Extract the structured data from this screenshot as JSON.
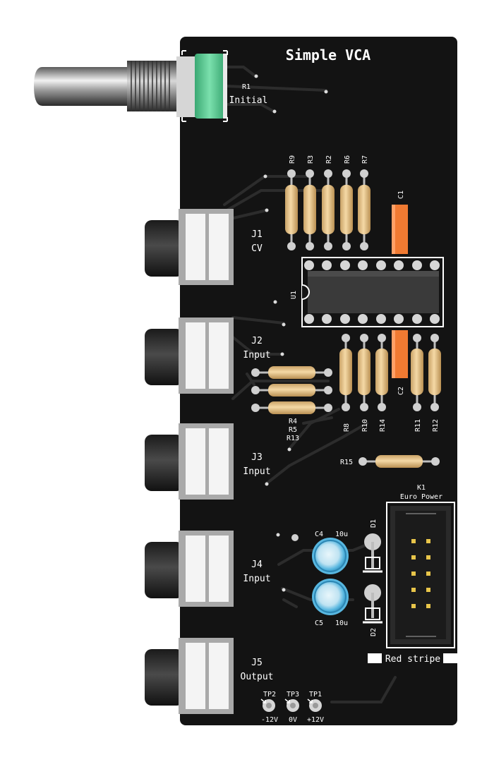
{
  "board": {
    "title": "Simple VCA",
    "colors": {
      "board": "#131313",
      "trace": "#2b2b2b",
      "silk": "#ffffff",
      "resistor_body": "#e8c58a",
      "capacitor_orange": "#f07a32",
      "electrolytic": "#58b7e0",
      "pot_green": "#4fc689",
      "pad": "#c9c9c9"
    }
  },
  "pot": {
    "ref": "R1",
    "value": "Initial"
  },
  "jacks": [
    {
      "ref": "J1",
      "label": "CV"
    },
    {
      "ref": "J2",
      "label": "Input"
    },
    {
      "ref": "J3",
      "label": "Input"
    },
    {
      "ref": "J4",
      "label": "Input"
    },
    {
      "ref": "J5",
      "label": "Output"
    }
  ],
  "top_resistors": [
    "R9",
    "R3",
    "R2",
    "R6",
    "R7"
  ],
  "ic": {
    "ref": "U1"
  },
  "capacitors": {
    "c1": "C1",
    "c2": "C2"
  },
  "mid_resistors": [
    "R8",
    "R10",
    "R14",
    "R11",
    "R12"
  ],
  "horizontal_resistors": [
    "R4",
    "R5",
    "R13"
  ],
  "r15": "R15",
  "power": {
    "ref": "K1",
    "label": "Euro Power",
    "stripe_note": "Red stripe"
  },
  "elcaps": [
    {
      "ref": "C4",
      "value": "10u"
    },
    {
      "ref": "C5",
      "value": "10u"
    }
  ],
  "diodes": [
    "D1",
    "D2"
  ],
  "testpoints": [
    {
      "ref": "TP2",
      "net": "-12V"
    },
    {
      "ref": "TP3",
      "net": "0V"
    },
    {
      "ref": "TP1",
      "net": "+12V"
    }
  ]
}
